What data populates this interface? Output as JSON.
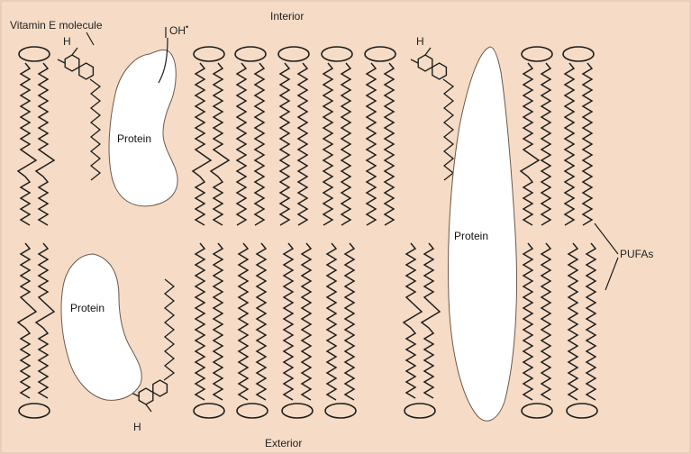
{
  "labels": {
    "interior": "Interior",
    "exterior": "Exterior",
    "vitamin_e": "Vitamin E molecule",
    "radical": "OH",
    "radical_dot": "•",
    "pufas": "PUFAs",
    "hydroxyl_h": "H",
    "protein": "Protein"
  },
  "colors": {
    "background": "#f6dcc6",
    "border": "#dcc2b0",
    "ink": "#1e1e1e",
    "protein_fill": "#ffffff"
  }
}
